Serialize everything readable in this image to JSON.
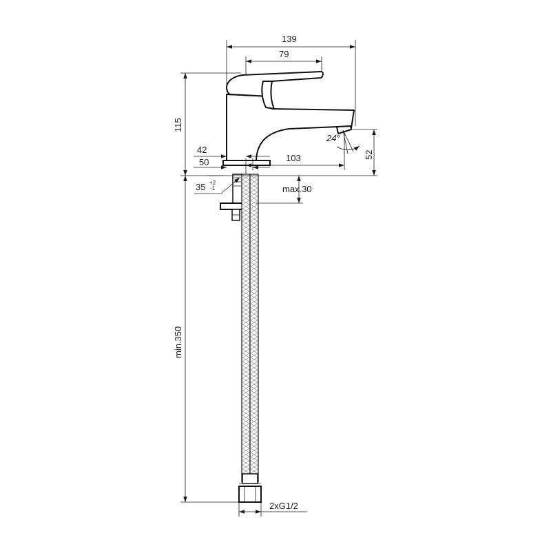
{
  "dimensions": {
    "total_length": "139",
    "lever_length": "79",
    "height": "115",
    "base_offset_1": "42",
    "base_offset_2": "50",
    "spout_reach": "103",
    "spout_angle": "24°",
    "spout_height": "52",
    "hole_diameter": "35",
    "hole_tol_upper": "+2",
    "hole_tol_lower": "-1",
    "max_thickness": "max.30",
    "hose_length": "min.350",
    "connection": "2xG1/2"
  },
  "colors": {
    "line": "#1a1a1a",
    "background": "#ffffff"
  }
}
